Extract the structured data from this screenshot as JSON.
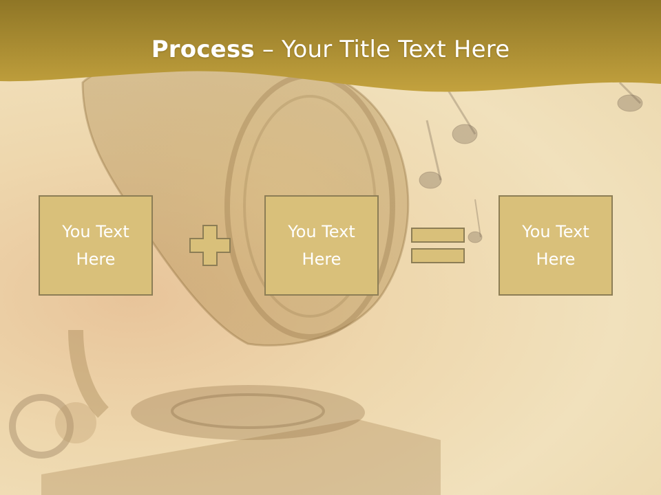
{
  "title": {
    "bold": "Process",
    "rest": " – Your Title Text Here"
  },
  "boxes": [
    {
      "label": "You Text Here"
    },
    {
      "label": "You Text Here"
    },
    {
      "label": "You Text Here"
    }
  ],
  "colors": {
    "header": "#b08c2c",
    "box_fill": "#d9c07a",
    "box_border": "#8c7d55",
    "text": "#ffffff"
  },
  "icons": [
    "plus-icon",
    "equals-icon",
    "gramophone-illustration",
    "music-notes-illustration"
  ]
}
